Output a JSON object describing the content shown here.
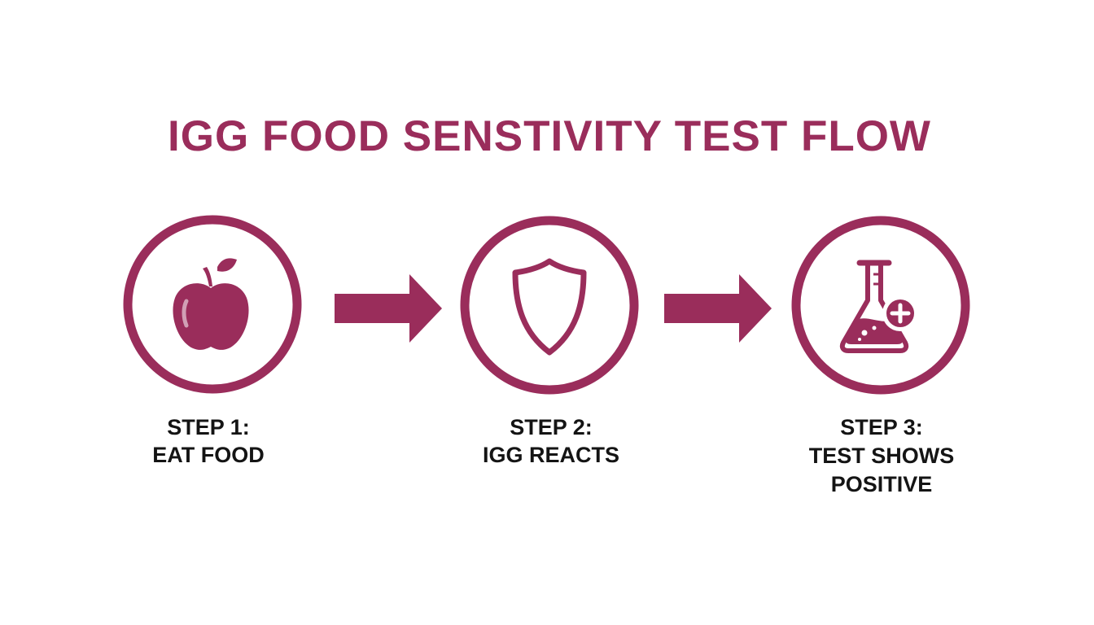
{
  "colors": {
    "accent": "#9a2d5b",
    "text": "#141414",
    "background": "#ffffff"
  },
  "title": "IGG FOOD SENSTIVITY TEST FLOW",
  "steps": [
    {
      "icon": "apple-icon",
      "label_line1": "STEP 1:",
      "label_line2": "EAT FOOD"
    },
    {
      "icon": "shield-icon",
      "label_line1": "STEP 2:",
      "label_line2": "IGG REACTS"
    },
    {
      "icon": "flask-plus-icon",
      "label_line1": "STEP 3:",
      "label_line2": "TEST SHOWS",
      "label_line3": "POSITIVE"
    }
  ],
  "arrows": [
    {
      "icon": "arrow-right-icon"
    },
    {
      "icon": "arrow-right-icon"
    }
  ]
}
